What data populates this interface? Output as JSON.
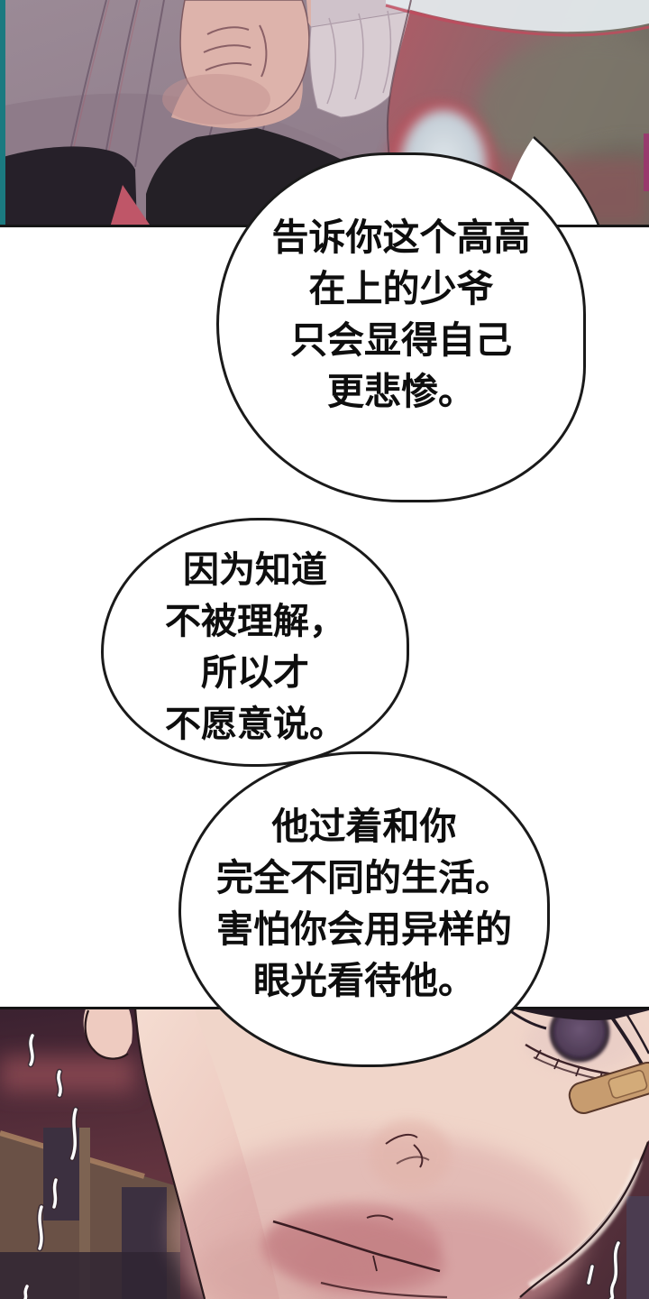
{
  "comic": {
    "bubbles": [
      {
        "lines": [
          "告诉你这个高高",
          "在上的少爷",
          "只会显得自己",
          "更悲惨。"
        ]
      },
      {
        "lines": [
          "因为知道",
          "不被理解，",
          "所以才",
          "不愿意说。"
        ]
      },
      {
        "lines": [
          "他过着和你",
          "完全不同的生活。",
          "害怕你会用异样的",
          "眼光看待他。"
        ]
      }
    ],
    "colors": {
      "page_bg": "#ffffff",
      "ink": "#161616",
      "bubble_fill": "#ffffff",
      "panel_edge_teal": "#1b7a80",
      "jacket_mauve": "#93818e",
      "dark_clothing": "#262029",
      "pink_gap": "#bf5668",
      "glass_red": "#ae5560",
      "glass_highlight": "#d3dce2",
      "skin": "#f0d5c9",
      "skin_shadow": "#d8a4a4",
      "lips": "#bd747a",
      "iris_purple": "#4e3b55",
      "bandage_tan": "#c79c6f",
      "sky_maroon": "#4a2936",
      "building_brown": "#6a5146",
      "tremble_white": "#fdfdfd"
    }
  }
}
